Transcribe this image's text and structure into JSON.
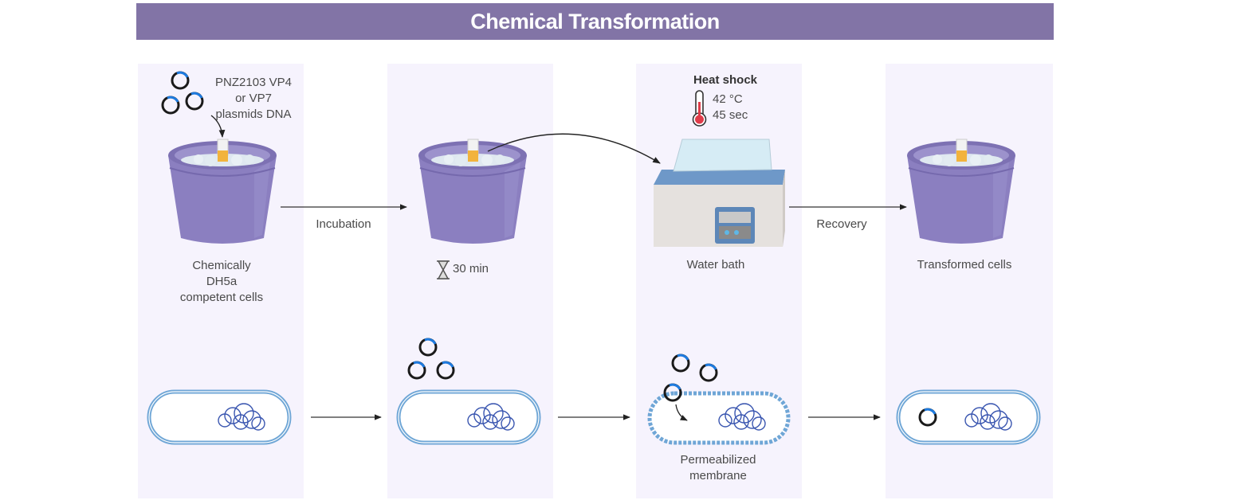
{
  "title": "Chemical Transformation",
  "colors": {
    "banner": "#8274a6",
    "panel": "#f6f3fd",
    "bucket": "#8b7fc0",
    "membrane": "#6fa6d6",
    "plasmid_accent": "#1e7be0",
    "thermometer": "#e03c4a"
  },
  "steps": [
    {
      "id": "start",
      "plasmid_label": [
        "PNZ2103 VP4",
        "or VP7",
        "plasmids DNA"
      ],
      "label": [
        "Chemically",
        "DH5a",
        "competent cells"
      ]
    },
    {
      "id": "incubation",
      "arrow_label": "Incubation",
      "time_icon": "hourglass-icon",
      "time_label": "30 min"
    },
    {
      "id": "heat-shock",
      "heading": "Heat shock",
      "temperature": "42 °C",
      "duration": "45 sec",
      "label": "Water bath",
      "cell_label": [
        "Permeabilized",
        "membrane"
      ]
    },
    {
      "id": "recovery",
      "arrow_label": "Recovery",
      "label": "Transformed cells"
    }
  ]
}
